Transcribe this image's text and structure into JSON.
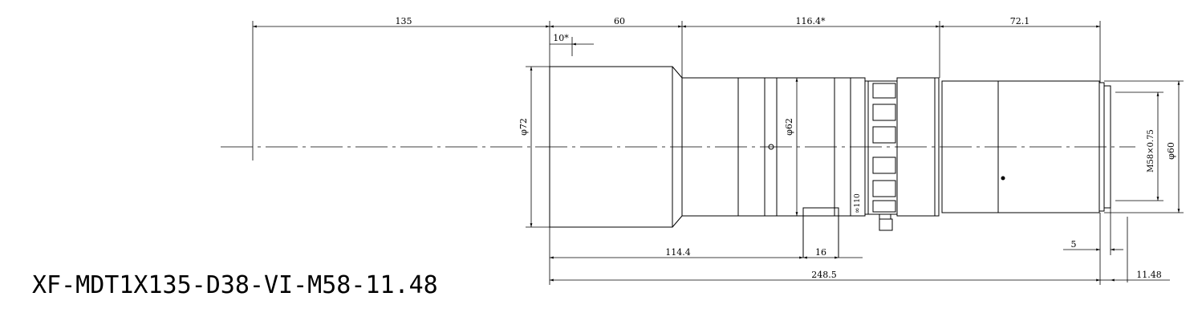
{
  "model_name": "XF-MDT1X135-D38-VI-M58-11.48",
  "dimensions": {
    "d135": "135",
    "d60": "60",
    "d116": "116.4*",
    "d72_1": "72.1",
    "d10": "10*",
    "dia72": "φ72",
    "dia62": "φ62",
    "dia60": "φ60",
    "m58": "M58×0.75",
    "d114": "114.4",
    "d16": "16",
    "d5": "5",
    "d248": "248.5",
    "d11": "11.48"
  }
}
